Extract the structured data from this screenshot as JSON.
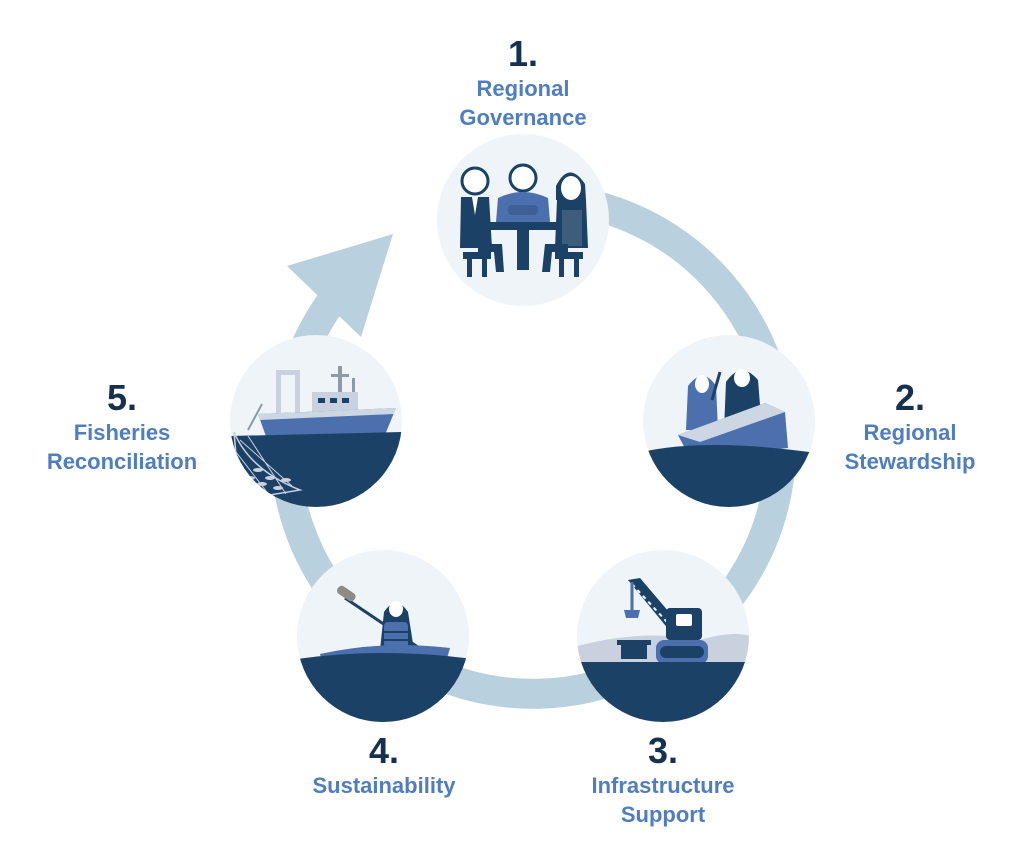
{
  "diagram": {
    "steps": [
      {
        "number": "1.",
        "line1": "Regional",
        "line2": "Governance",
        "icon": "community-meeting-icon"
      },
      {
        "number": "2.",
        "line1": "Regional",
        "line2": "Stewardship",
        "icon": "boat-guardians-icon"
      },
      {
        "number": "3.",
        "line1": "Infrastructure",
        "line2": "Support",
        "icon": "crane-infrastructure-icon"
      },
      {
        "number": "4.",
        "line1": "Sustainability",
        "line2": "",
        "icon": "kayaker-icon"
      },
      {
        "number": "5.",
        "line1": "Fisheries",
        "line2": "Reconciliation",
        "icon": "fishing-vessel-icon"
      }
    ],
    "colors": {
      "ring": "#b9d0de",
      "circle_bg": "#eef4f8",
      "navy": "#1b4166",
      "mid_blue": "#4c6fae",
      "number": "#16304f",
      "label": "#4f7dbf"
    }
  }
}
